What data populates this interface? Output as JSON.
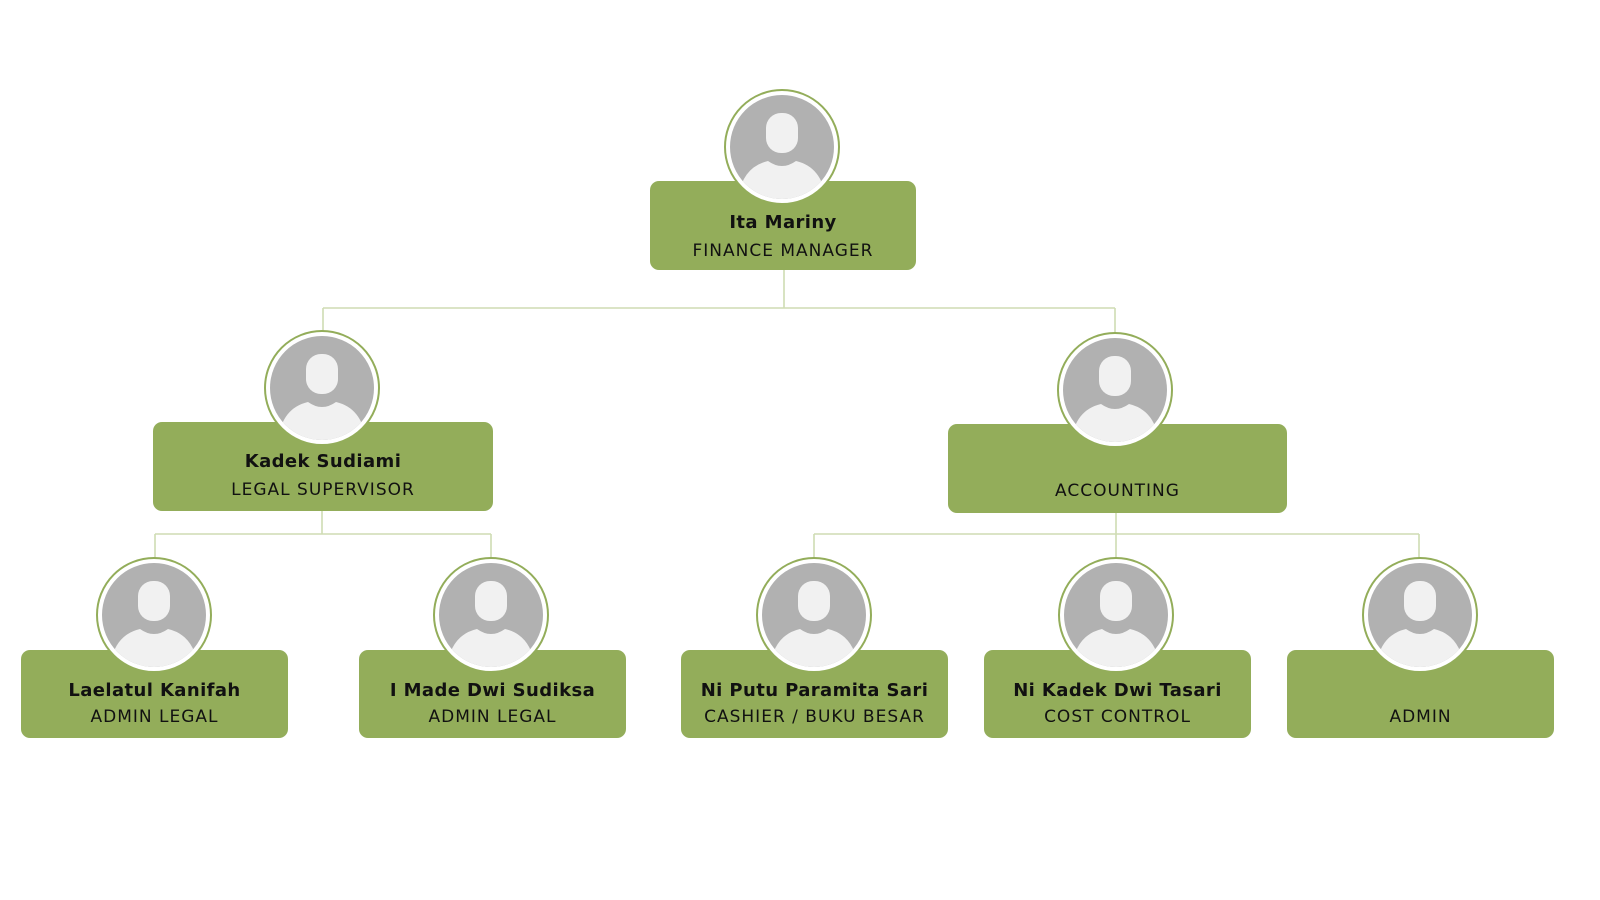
{
  "org_chart": {
    "manager": {
      "name": "Ita Mariny",
      "role": "FINANCE MANAGER",
      "icon": "user-avatar-icon"
    },
    "legal_supervisor": {
      "name": "Kadek Sudiami",
      "role": "LEGAL SUPERVISOR",
      "icon": "user-avatar-icon"
    },
    "accounting": {
      "name": "",
      "role": "ACCOUNTING",
      "icon": "user-avatar-icon"
    },
    "admin_legal_1": {
      "name": "Laelatul Kanifah",
      "role": "ADMIN LEGAL",
      "icon": "user-avatar-icon"
    },
    "admin_legal_2": {
      "name": "I Made Dwi Sudiksa",
      "role": "ADMIN LEGAL",
      "icon": "user-avatar-icon"
    },
    "cashier": {
      "name": "Ni Putu Paramita Sari",
      "role": "CASHIER / BUKU BESAR",
      "icon": "user-avatar-icon"
    },
    "cost_control": {
      "name": "Ni Kadek Dwi Tasari",
      "role": "COST CONTROL",
      "icon": "user-avatar-icon"
    },
    "admin": {
      "name": "",
      "role": "ADMIN",
      "icon": "user-avatar-icon"
    }
  },
  "colors": {
    "card": "#93ad5a",
    "connector": "#cfdcb3",
    "avatar_bg": "#b1b1b1",
    "avatar_figure": "#f1f1f1"
  }
}
